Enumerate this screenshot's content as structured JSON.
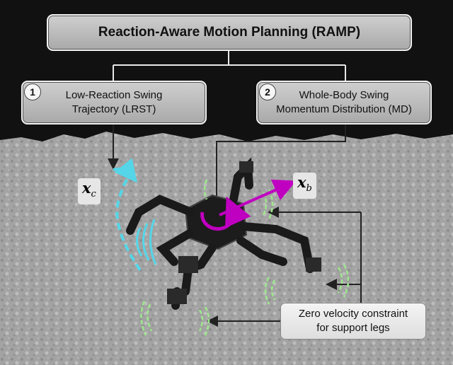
{
  "title": "Reaction-Aware Motion Planning (RAMP)",
  "steps": [
    {
      "number": "1",
      "line1": "Low-Reaction Swing",
      "line2": "Trajectory (LRST)"
    },
    {
      "number": "2",
      "line1": "Whole-Body Swing",
      "line2": "Momentum Distribution (MD)"
    }
  ],
  "constraint": {
    "line1": "Zero velocity constraint",
    "line2": "for support legs"
  },
  "labels": {
    "xc_symbol": "x",
    "xc_sub": "c",
    "xb_symbol": "x",
    "xb_sub": "b"
  },
  "colors": {
    "background_top": "#111111",
    "terrain": "#a6a6a6",
    "lrst_arrow": "#55d6e8",
    "md_arrow": "#c000c0",
    "support_arcs": "#9de88c"
  }
}
